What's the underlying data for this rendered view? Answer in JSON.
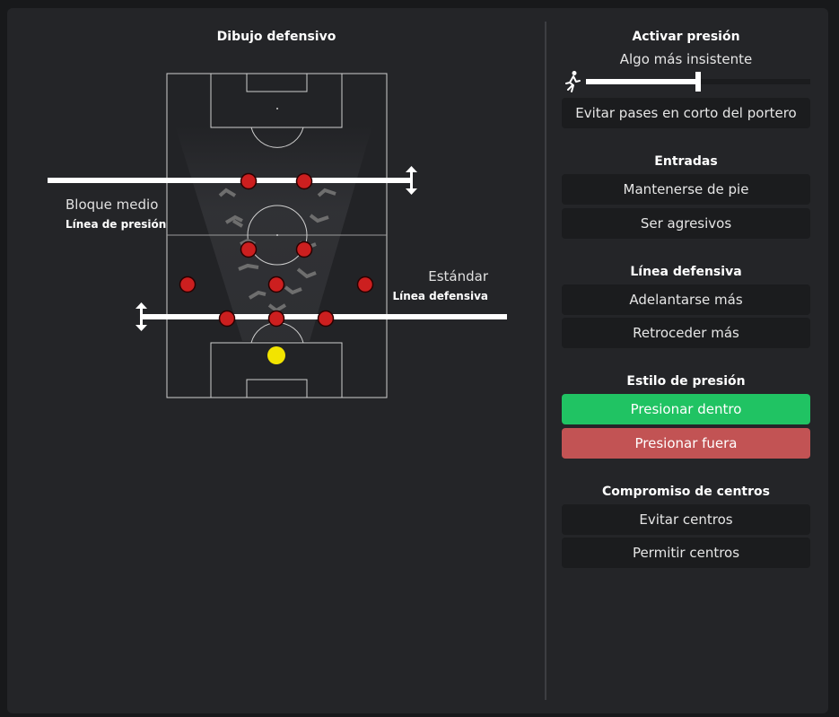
{
  "left": {
    "title": "Dibujo defensivo",
    "press_line": {
      "label": "Bloque medio",
      "sublabel": "Línea de presión"
    },
    "def_line": {
      "label": "Estándar",
      "sublabel": "Línea defensiva"
    }
  },
  "right": {
    "pressing": {
      "title": "Activar presión",
      "value_label": "Algo más insistente",
      "slider_value": 0.5,
      "icon": "running-person-icon",
      "option": "Evitar pases en corto del portero"
    },
    "tackling": {
      "title": "Entradas",
      "options": [
        "Mantenerse de pie",
        "Ser agresivos"
      ]
    },
    "defensive_line": {
      "title": "Línea defensiva",
      "options": [
        "Adelantarse más",
        "Retroceder más"
      ]
    },
    "press_style": {
      "title": "Estilo de presión",
      "options": [
        "Presionar dentro",
        "Presionar fuera"
      ]
    },
    "crossing": {
      "title": "Compromiso de centros",
      "options": [
        "Evitar centros",
        "Permitir centros"
      ]
    }
  },
  "colors": {
    "accent_green": "#20c363",
    "accent_red": "#c25354",
    "player": "#cc1f1f",
    "goalkeeper": "#f2e400"
  }
}
